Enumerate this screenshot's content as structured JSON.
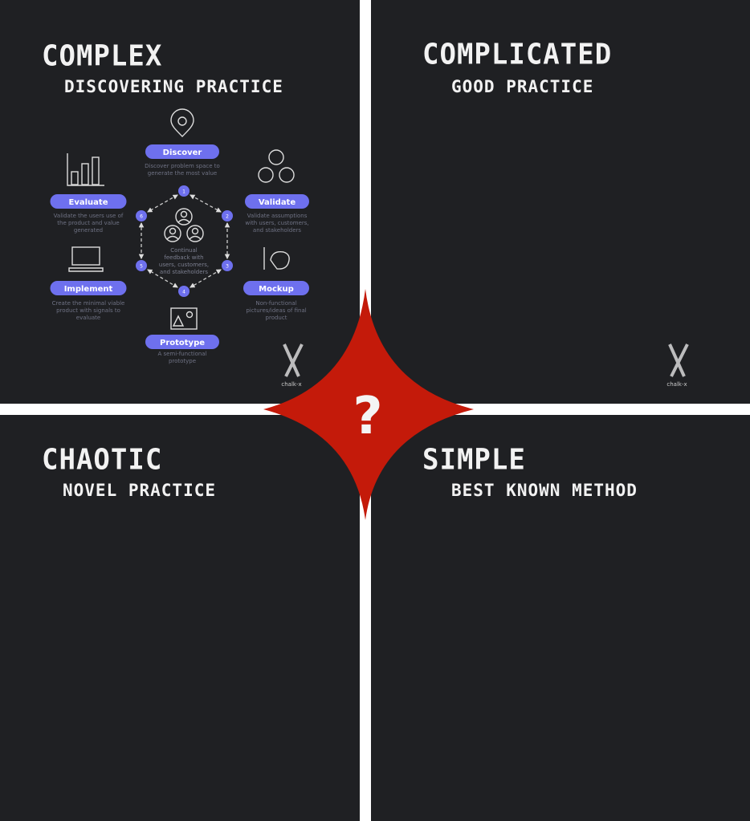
{
  "quadrants": {
    "complex": {
      "title": "COMPLEX",
      "subtitle": "DISCOVERING PRACTICE"
    },
    "complicated": {
      "title": "COMPLICATED",
      "subtitle": "GOOD PRACTICE"
    },
    "chaotic": {
      "title": "CHAOTIC",
      "subtitle": "NOVEL PRACTICE"
    },
    "simple": {
      "title": "SIMPLE",
      "subtitle": "BEST KNOWN METHOD"
    }
  },
  "cycle": {
    "center_text": [
      "Continual",
      "feedback with",
      "users, customers,",
      "and  stakeholders"
    ],
    "steps": [
      {
        "number": "1",
        "label": "Discover",
        "icon": "map-pin-icon",
        "desc": [
          "Discover problem space to",
          "generate the most value"
        ]
      },
      {
        "number": "2",
        "label": "Validate",
        "icon": "users-group-icon",
        "desc": [
          "Validate assumptions",
          "with users, customers,",
          "and  stakeholders"
        ]
      },
      {
        "number": "3",
        "label": "Mockup",
        "icon": "brush-palette-icon",
        "desc": [
          "Non-functional",
          "pictures/ideas of final",
          "product"
        ]
      },
      {
        "number": "4",
        "label": "Prototype",
        "icon": "image-frame-icon",
        "desc": [
          "A semi-functional",
          "prototype"
        ]
      },
      {
        "number": "5",
        "label": "Implement",
        "icon": "laptop-icon",
        "desc": [
          "Create the minimal viable",
          "product with signals to",
          "evaluate"
        ]
      },
      {
        "number": "6",
        "label": "Evaluate",
        "icon": "bar-chart-icon",
        "desc": [
          "Validate the users use of",
          "the product and value",
          "generated"
        ]
      }
    ]
  },
  "logo_text": "chalk-x",
  "center_symbol": "?",
  "colors": {
    "quadrant_bg": "#1f2023",
    "accent": "#6e70ee",
    "star": "#c41a0a",
    "divider": "#ffffff"
  }
}
